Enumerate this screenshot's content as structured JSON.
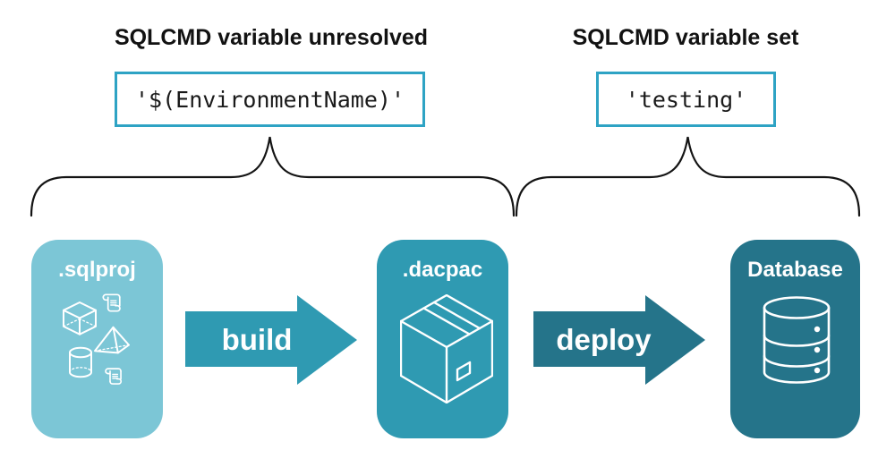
{
  "annotations": {
    "left": {
      "heading": "SQLCMD variable unresolved",
      "value": "'$(EnvironmentName)'"
    },
    "right": {
      "heading": "SQLCMD variable set",
      "value": "'testing'"
    }
  },
  "pipeline": {
    "stages": [
      {
        "label": ".sqlproj",
        "icon": "sql-objects-icon",
        "bg": "#7cc6d6"
      },
      {
        "label": ".dacpac",
        "icon": "package-icon",
        "bg": "#2f9ab2"
      },
      {
        "label": "Database",
        "icon": "database-icon",
        "bg": "#25748a"
      }
    ],
    "arrows": [
      {
        "label": "build",
        "color": "#2f9ab2"
      },
      {
        "label": "deploy",
        "color": "#25748a"
      }
    ]
  },
  "colors": {
    "background": "#ffffff",
    "heading_text": "#121212",
    "code_text": "#1a1a1a",
    "code_box_border": "#2ea3c4",
    "brace": "#141414",
    "stage_light": "#7cc6d6",
    "stage_medium": "#2f9ab2",
    "stage_dark": "#25748a",
    "icon_stroke": "#ffffff"
  }
}
